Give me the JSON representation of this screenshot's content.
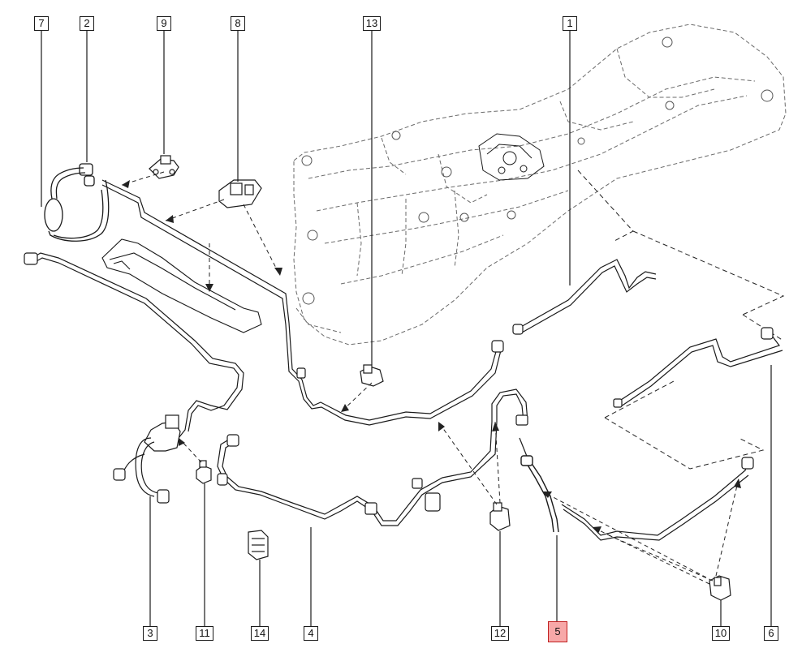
{
  "diagram": {
    "callouts": [
      {
        "label": "7",
        "highlight": false
      },
      {
        "label": "2",
        "highlight": false
      },
      {
        "label": "9",
        "highlight": false
      },
      {
        "label": "8",
        "highlight": false
      },
      {
        "label": "13",
        "highlight": false
      },
      {
        "label": "1",
        "highlight": false
      },
      {
        "label": "3",
        "highlight": false
      },
      {
        "label": "11",
        "highlight": false
      },
      {
        "label": "14",
        "highlight": false
      },
      {
        "label": "4",
        "highlight": false
      },
      {
        "label": "12",
        "highlight": false
      },
      {
        "label": "5",
        "highlight": true
      },
      {
        "label": "10",
        "highlight": false
      },
      {
        "label": "6",
        "highlight": false
      }
    ],
    "colors": {
      "line": "#1a1a1a",
      "ghost": "#6a6a6a",
      "highlight_fill": "#f7a8a8",
      "highlight_border": "#c02020"
    }
  }
}
